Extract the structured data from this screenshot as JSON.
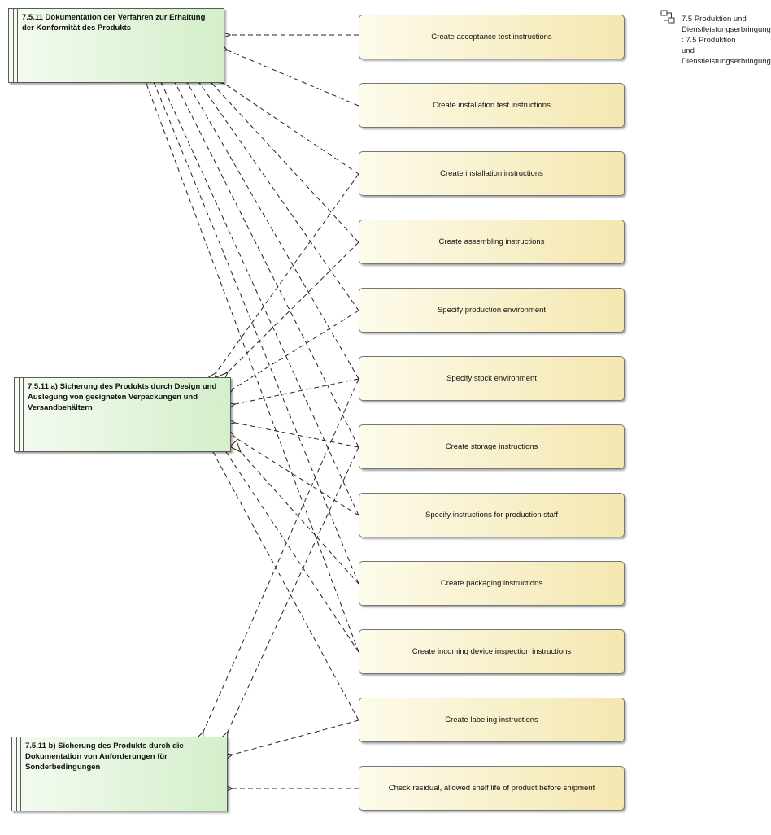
{
  "requirements": [
    {
      "id": "r1",
      "title": "7.5.11 Dokumentation der Verfahren zur Erhaltung der Konformität des Produkts"
    },
    {
      "id": "r2",
      "title": "7.5.11 a) Sicherung des Produkts durch Design und Auslegung von geeigneten Verpackungen und Versandbehältern"
    },
    {
      "id": "r3",
      "title": "7.5.11 b) Sicherung des Produkts durch die Dokumentation von Anforderungen für Sonderbedingungen"
    }
  ],
  "activities": [
    "Create acceptance test instructions",
    "Create installation test instructions",
    "Create installation instructions",
    "Create assembling instructions",
    "Specify production environment",
    "Specify stock environment",
    "Create storage instructions",
    "Specify instructions for production staff",
    "Create packaging instructions",
    "Create incoming device inspection instructions",
    "Create labeling instructions",
    "Check residual, allowed shelf life of product before shipment"
  ],
  "package_ref": {
    "icon": "package-icon",
    "label": "7.5 Produktion und Dienstleistungserbringung : 7.5 Produktion und Dienstleistungserbringung"
  },
  "colors": {
    "requirement_fill": "#d4efca",
    "activity_fill": "#f4e7b0",
    "connector": "#222222"
  }
}
